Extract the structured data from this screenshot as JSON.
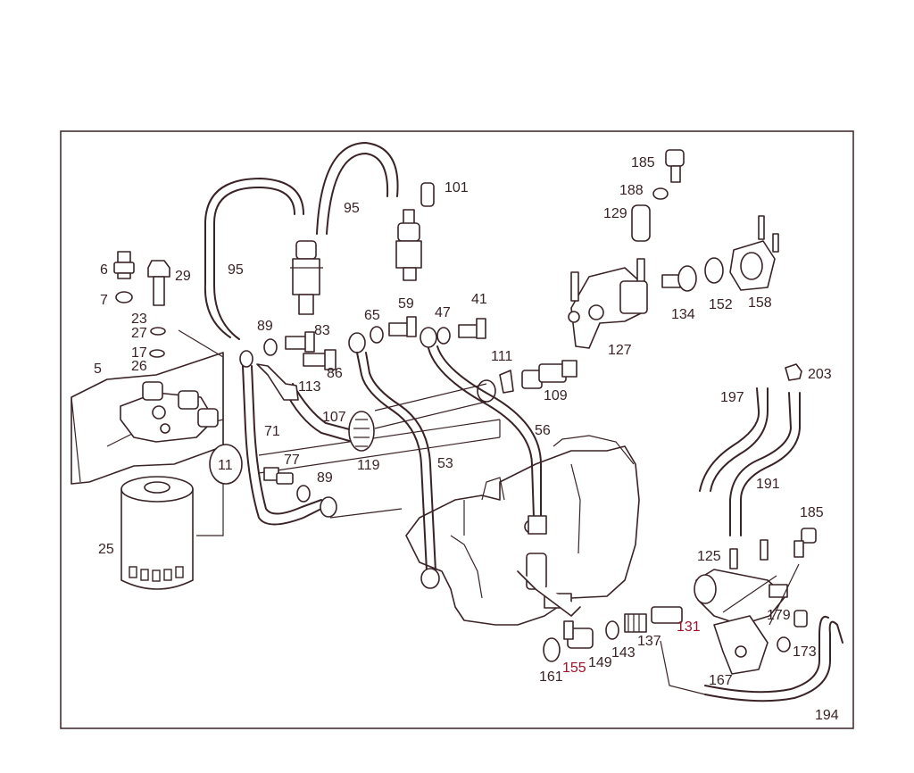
{
  "part_numbers": {
    "p5": "5",
    "p6": "6",
    "p7": "7",
    "p11": "11",
    "p17": "17",
    "p23": "23",
    "p25": "25",
    "p26": "26",
    "p27": "27",
    "p29": "29",
    "p41": "41",
    "p47": "47",
    "p53": "53",
    "p56": "56",
    "p59": "59",
    "p65": "65",
    "p71": "71",
    "p77": "77",
    "p83": "83",
    "p86": "86",
    "p89a": "89",
    "p89b": "89",
    "p95a": "95",
    "p95b": "95",
    "p101": "101",
    "p107": "107",
    "p109": "109",
    "p111": "111",
    "p113": "113",
    "p119": "119",
    "p125": "125",
    "p127": "127",
    "p129": "129",
    "p131": "131",
    "p134": "134",
    "p137": "137",
    "p143": "143",
    "p149": "149",
    "p152": "152",
    "p155": "155",
    "p158": "158",
    "p161": "161",
    "p167": "167",
    "p173": "173",
    "p179": "179",
    "p185a": "185",
    "p185b": "185",
    "p188": "188",
    "p191": "191",
    "p194": "194",
    "p197": "197",
    "p203": "203"
  },
  "colors": {
    "line": "#3a2326",
    "accent": "#a0122a",
    "background": "#ffffff"
  }
}
